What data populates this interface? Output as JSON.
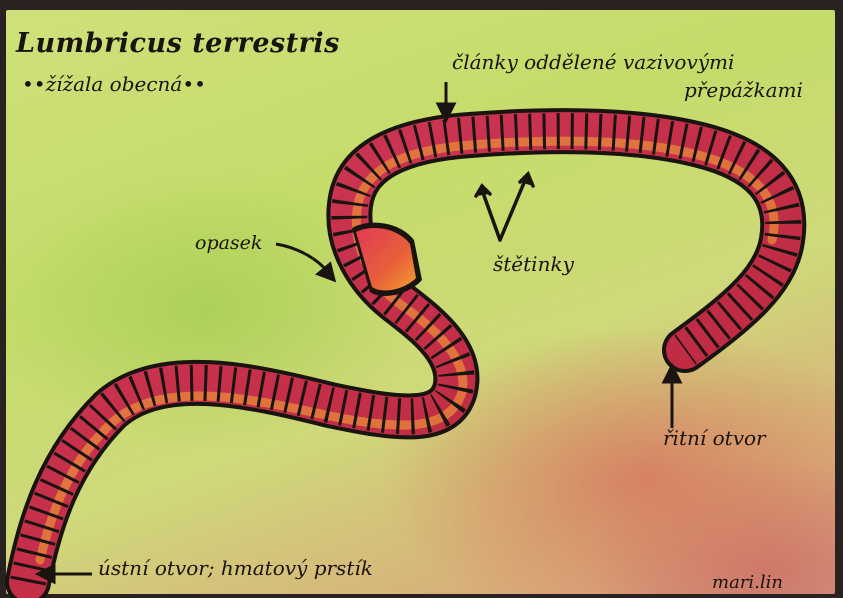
{
  "diagram": {
    "title": "Lumbricus terrestris",
    "subtitle": "••žížala obecná••",
    "labels": {
      "segments_line1": "články oddělené vazivovými",
      "segments_line2": "přepážkami",
      "girdle": "opasek",
      "setae": "štětinky",
      "anus": "řitní otvor",
      "mouth": "ústní otvor; hmatový prstík"
    },
    "signature": "mari.lin"
  },
  "colors": {
    "worm_body": "#c8304a",
    "worm_highlight": "#e8893a",
    "outline": "#1a1410",
    "paper_green": "#cfe07a",
    "paper_pink": "#d99a86"
  }
}
